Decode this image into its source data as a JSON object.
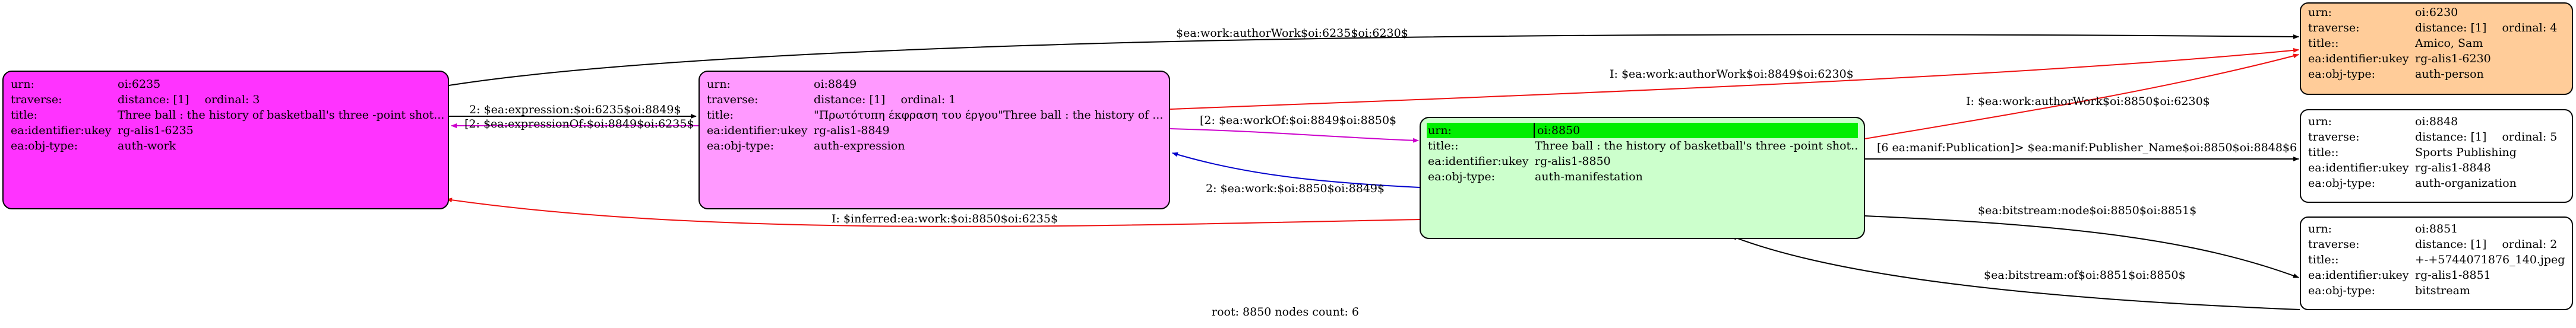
{
  "caption": "root: 8850 nodes count: 6",
  "colors": {
    "auth_work": "#ff33ff",
    "auth_expression": "#ff99ff",
    "auth_manifestation": "#ccffcc",
    "auth_person": "#ffcc99",
    "highlight": "#00ee00",
    "edge_black": "#000000",
    "edge_red": "#ee1111",
    "edge_magenta": "#cc00cc",
    "edge_blue": "#0000cc"
  },
  "nodes": {
    "n6235": {
      "rows": [
        {
          "k": "urn:",
          "v": "oi:6235"
        },
        {
          "k": "traverse:",
          "v": "distance: [1]",
          "ord": "ordinal: 3"
        },
        {
          "k": "title:",
          "v": "Three ball : the history of basketball's three -point shot..."
        },
        {
          "k": "ea:identifier:ukey",
          "v": "rg-alis1-6235"
        },
        {
          "k": "ea:obj-type:",
          "v": "auth-work"
        }
      ]
    },
    "n8849": {
      "rows": [
        {
          "k": "urn:",
          "v": "oi:8849"
        },
        {
          "k": "traverse:",
          "v": "distance: [1]",
          "ord": "ordinal: 1"
        },
        {
          "k": "title:",
          "v": "\"Πρωτότυπη έκφραση του έργου\"Three ball : the history of ..."
        },
        {
          "k": "ea:identifier:ukey",
          "v": "rg-alis1-8849"
        },
        {
          "k": "ea:obj-type:",
          "v": "auth-expression"
        }
      ]
    },
    "n8850": {
      "rows": [
        {
          "k": "urn:",
          "v": "oi:8850"
        },
        {
          "k": "title::",
          "v": "Three ball : the history of basketball's three -point shot..."
        },
        {
          "k": "ea:identifier:ukey",
          "v": "rg-alis1-8850"
        },
        {
          "k": "ea:obj-type:",
          "v": "auth-manifestation"
        }
      ]
    },
    "n6230": {
      "rows": [
        {
          "k": "urn:",
          "v": "oi:6230"
        },
        {
          "k": "traverse:",
          "v": "distance: [1]",
          "ord": "ordinal: 4"
        },
        {
          "k": "title::",
          "v": "Amico, Sam"
        },
        {
          "k": "ea:identifier:ukey",
          "v": "rg-alis1-6230"
        },
        {
          "k": "ea:obj-type:",
          "v": "auth-person"
        }
      ]
    },
    "n8848": {
      "rows": [
        {
          "k": "urn:",
          "v": "oi:8848"
        },
        {
          "k": "traverse:",
          "v": "distance: [1]",
          "ord": "ordinal: 5"
        },
        {
          "k": "title::",
          "v": "Sports Publishing"
        },
        {
          "k": "ea:identifier:ukey",
          "v": "rg-alis1-8848"
        },
        {
          "k": "ea:obj-type:",
          "v": "auth-organization"
        }
      ]
    },
    "n8851": {
      "rows": [
        {
          "k": "urn:",
          "v": "oi:8851"
        },
        {
          "k": "traverse:",
          "v": "distance: [1]",
          "ord": "ordinal: 2"
        },
        {
          "k": "title::",
          "v": "+-+5744071876_140.jpeg"
        },
        {
          "k": "ea:identifier:ukey",
          "v": "rg-alis1-8851"
        },
        {
          "k": "ea:obj-type:",
          "v": "bitstream"
        }
      ]
    }
  },
  "edges": {
    "e1": "$ea:work:authorWork$oi:6235$oi:6230$",
    "e2": "2: $ea:expression:$oi:6235$oi:8849$",
    "e3": "[2: $ea:expressionOf:$oi:8849$oi:6235$",
    "e4": "I: $ea:work:authorWork$oi:8849$oi:6230$",
    "e5": "[2: $ea:workOf:$oi:8849$oi:8850$",
    "e6": "2: $ea:work:$oi:8850$oi:8849$",
    "e7": "I: $inferred:ea:work:$oi:8850$oi:6235$",
    "e8": "I: $ea:work:authorWork$oi:8850$oi:6230$",
    "e9": "[6 ea:manif:Publication]> $ea:manif:Publisher_Name$oi:8850$oi:8848$6",
    "e10": "$ea:bitstream:node$oi:8850$oi:8851$",
    "e11": "$ea:bitstream:of$oi:8851$oi:8850$"
  }
}
